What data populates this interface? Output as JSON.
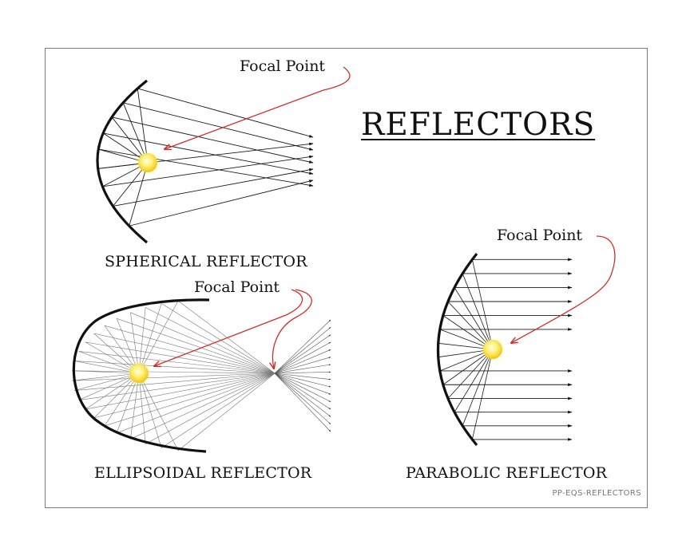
{
  "title": "REFLECTORS",
  "doc_code": "PP-EQS-REFLECTORS",
  "colors": {
    "reflector": "#111111",
    "ray": "#1a1a1a",
    "annotation_arrow": "#d22c2c",
    "bulb_core": "#fff7a8",
    "bulb_edge": "#f2c80f",
    "border": "#7a7a7a"
  },
  "spherical": {
    "caption": "SPHERICAL REFLECTOR",
    "focal_label": "Focal Point"
  },
  "ellipsoidal": {
    "caption": "ELLIPSOIDAL REFLECTOR",
    "focal_label": "Focal Point"
  },
  "parabolic": {
    "caption": "PARABOLIC REFLECTOR",
    "focal_label": "Focal Point"
  }
}
